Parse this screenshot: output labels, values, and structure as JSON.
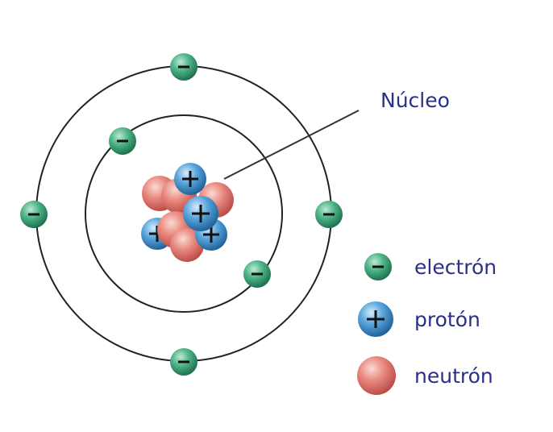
{
  "nucleus_label": "Núcleo",
  "legend": {
    "electron": "electrón",
    "proton": "protón",
    "neutron": "neutrón"
  },
  "colors": {
    "label_text": "#2b2f86",
    "orbit": "#222222",
    "electron": "#2f9a6c",
    "proton": "#3f8fc9",
    "neutron": "#e0766d"
  }
}
